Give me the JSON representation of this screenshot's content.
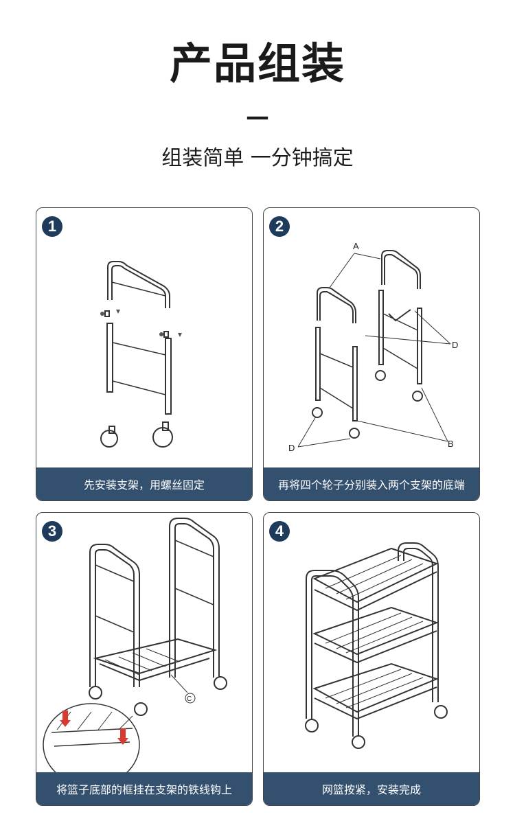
{
  "header": {
    "title": "产品组装",
    "dash": "—",
    "subtitle": "组装简单 一分钟搞定"
  },
  "steps": [
    {
      "number": "1",
      "caption": "先安装支架，用螺丝固定"
    },
    {
      "number": "2",
      "caption": "再将四个轮子分别装入两个支架的底端",
      "labels": {
        "a": "A",
        "b": "B",
        "d1": "D",
        "d2": "D"
      }
    },
    {
      "number": "3",
      "caption": "将篮子底部的框挂在支架的铁线钩上",
      "labels": {
        "c": "C"
      }
    },
    {
      "number": "4",
      "caption": "网篮按紧，安装完成"
    }
  ],
  "colors": {
    "badge": "#1f3b5c",
    "caption_bar": "#34506f",
    "frame": "#444444"
  }
}
